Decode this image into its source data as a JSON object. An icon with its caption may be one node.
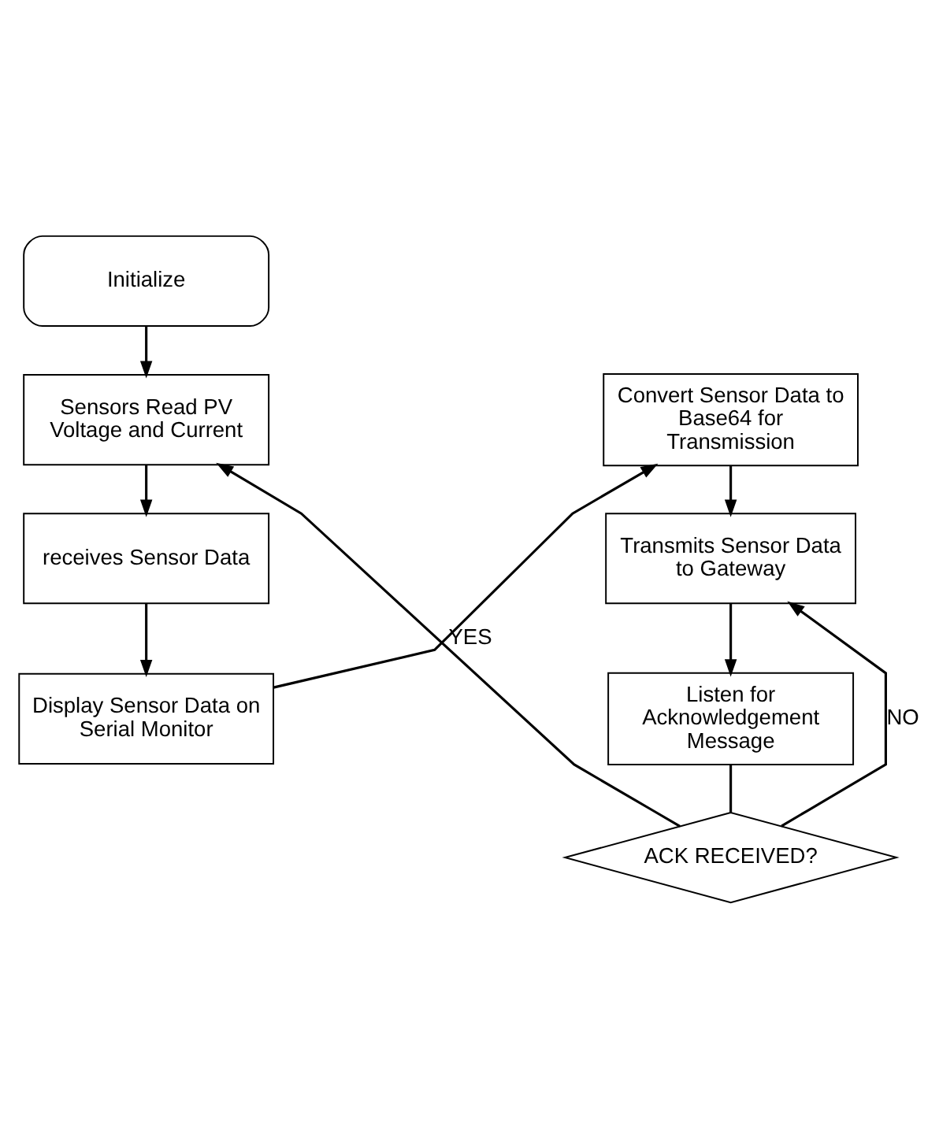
{
  "diagram": {
    "nodes": [
      {
        "text": [
          "Initialize"
        ]
      },
      {
        "text": [
          "Sensors Read PV Voltage and Current"
        ]
      },
      {
        "text": [
          "receives Sensor Data"
        ]
      },
      {
        "text": [
          "Display Sensor Data on Serial Monitor"
        ]
      },
      {
        "text": [
          "Convert Sensor Data to Base64 for Transmission"
        ]
      },
      {
        "text": [
          "Transmits Sensor Data to Gateway"
        ]
      },
      {
        "text": [
          "Listen for Acknowledgement Message"
        ]
      },
      {
        "text": [
          "ACK RECEIVED?"
        ]
      }
    ],
    "edges": [
      {
        "from": 0,
        "to": 1,
        "arrow": "to"
      },
      {
        "from": 1,
        "to": 2,
        "arrow": "to"
      },
      {
        "from": 2,
        "to": 3,
        "arrow": "to"
      },
      {
        "from": 3,
        "to": 4,
        "arrow": "to"
      },
      {
        "from": 4,
        "to": 5,
        "arrow": "to"
      },
      {
        "from": 5,
        "to": 6,
        "arrow": "to"
      },
      {
        "from": 6,
        "to": 7,
        "arrow": "none"
      },
      {
        "from": 7,
        "to": 1,
        "arrow": "to",
        "label": "YES"
      },
      {
        "from": 7,
        "to": 5,
        "arrow": "to",
        "label": "NO"
      }
    ]
  }
}
